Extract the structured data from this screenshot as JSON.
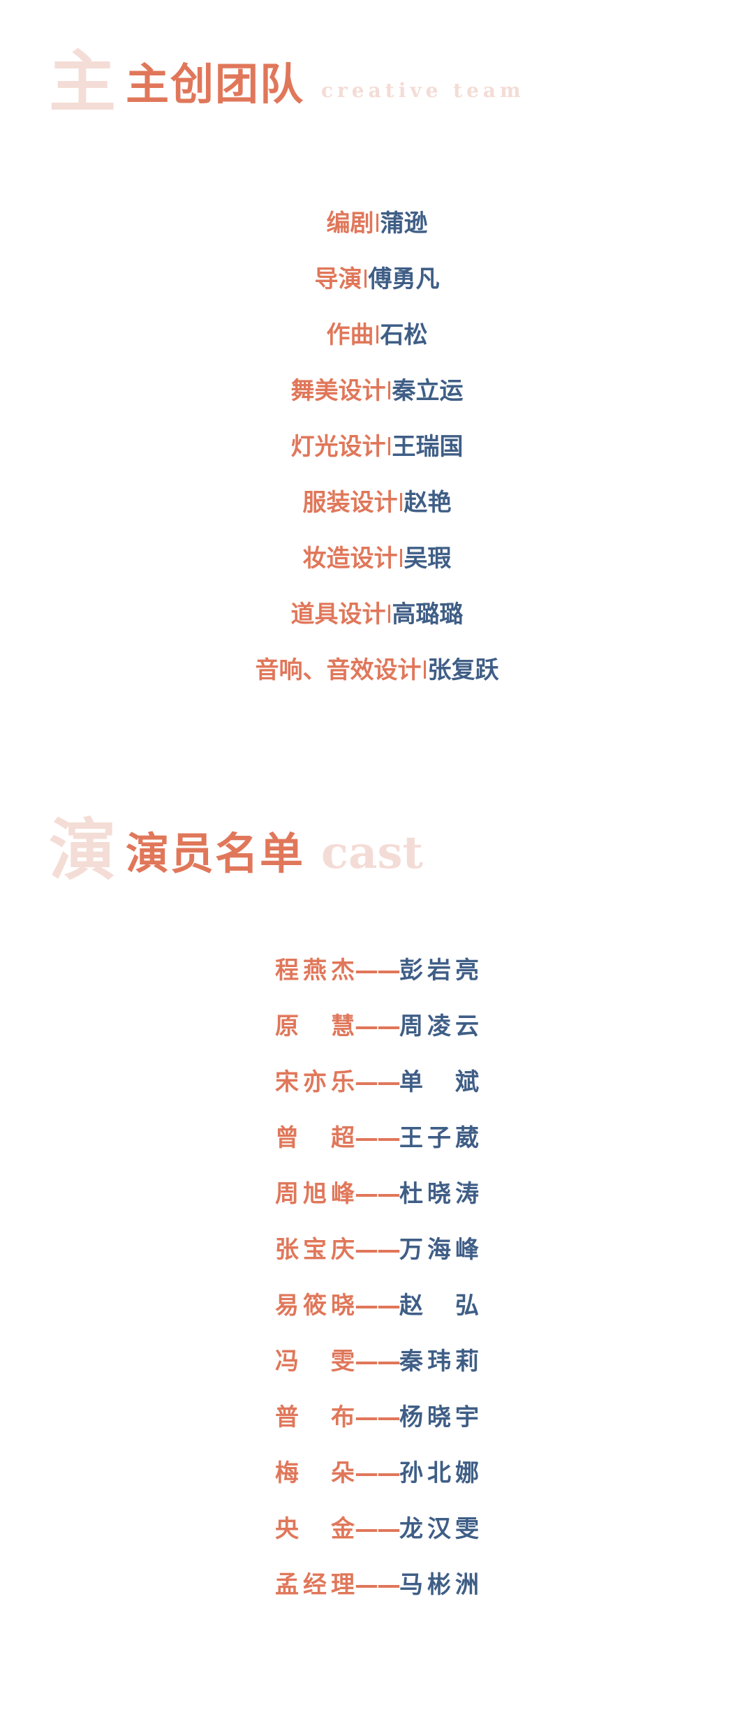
{
  "team_section": {
    "ghost_char": "主",
    "ghost_subtitle": "creative team",
    "title": "主创团队",
    "roles": [
      {
        "role": "编剧",
        "name": "蒲逊"
      },
      {
        "role": "导演",
        "name": "傅勇凡"
      },
      {
        "role": "作曲",
        "name": "石松"
      },
      {
        "role": "舞美设计",
        "name": "秦立运"
      },
      {
        "role": "灯光设计",
        "name": "王瑞国"
      },
      {
        "role": "服装设计",
        "name": "赵艳"
      },
      {
        "role": "妆造设计",
        "name": "吴瑕"
      },
      {
        "role": "道具设计",
        "name": "高璐璐"
      },
      {
        "role": "音响、音效设计",
        "name": "张复跃"
      }
    ]
  },
  "cast_section": {
    "ghost_char": "演",
    "ghost_subtitle": "cast",
    "title": "演员名单",
    "separator": "——",
    "cast": [
      {
        "character": "程燕杰",
        "actor": "彭岩亮"
      },
      {
        "character": "原慧",
        "actor": "周凌云"
      },
      {
        "character": "宋亦乐",
        "actor": "单斌"
      },
      {
        "character": "曾超",
        "actor": "王子葳"
      },
      {
        "character": "周旭峰",
        "actor": "杜晓涛"
      },
      {
        "character": "张宝庆",
        "actor": "万海峰"
      },
      {
        "character": "易筱晓",
        "actor": "赵弘"
      },
      {
        "character": "冯雯",
        "actor": "秦玮莉"
      },
      {
        "character": "普布",
        "actor": "杨晓宇"
      },
      {
        "character": "梅朵",
        "actor": "孙北娜"
      },
      {
        "character": "央金",
        "actor": "龙汉雯"
      },
      {
        "character": "孟经理",
        "actor": "马彬洲"
      }
    ]
  },
  "colors": {
    "accent": "#e0775a",
    "name": "#3f5e86",
    "ghost": "#f4ddd6"
  }
}
